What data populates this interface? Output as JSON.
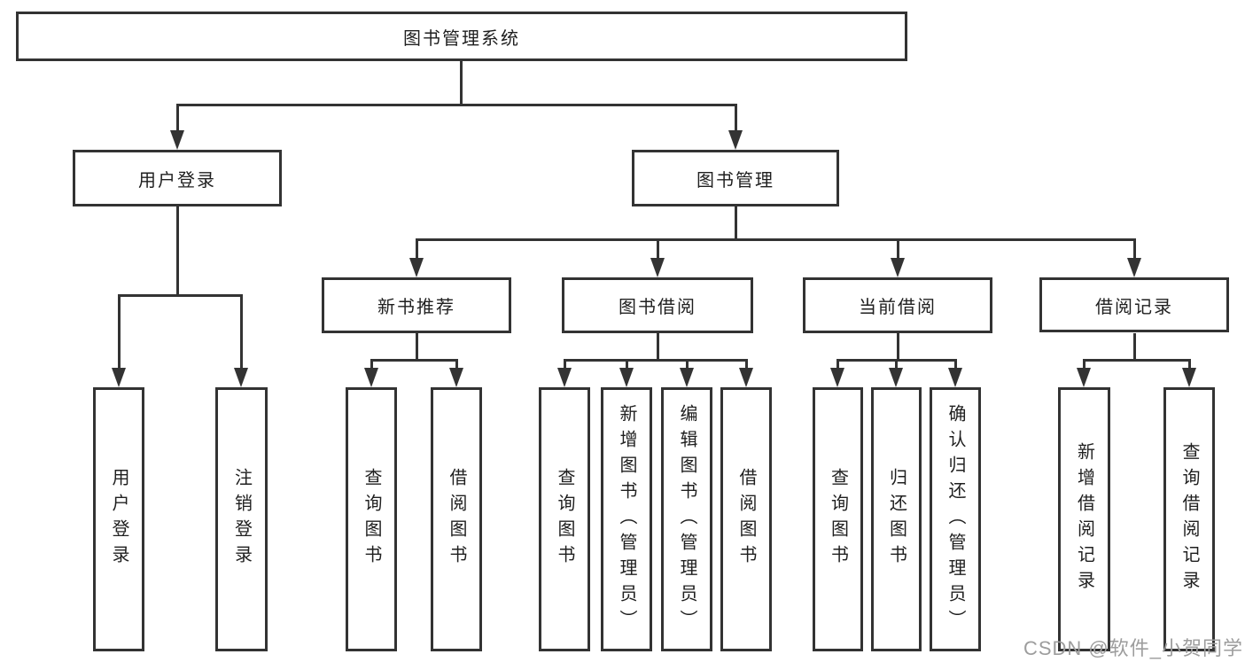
{
  "tree": {
    "label": "图书管理系统",
    "children": [
      {
        "label": "用户登录",
        "children": [
          {
            "label": "用户登录"
          },
          {
            "label": "注销登录"
          }
        ]
      },
      {
        "label": "图书管理",
        "children": [
          {
            "label": "新书推荐",
            "children": [
              {
                "label": "查询图书"
              },
              {
                "label": "借阅图书"
              }
            ]
          },
          {
            "label": "图书借阅",
            "children": [
              {
                "label": "查询图书"
              },
              {
                "label": "新增图书（管理员）"
              },
              {
                "label": "编辑图书（管理员）"
              },
              {
                "label": "借阅图书"
              }
            ]
          },
          {
            "label": "当前借阅",
            "children": [
              {
                "label": "查询图书"
              },
              {
                "label": "归还图书"
              },
              {
                "label": "确认归还（管理员）"
              }
            ]
          },
          {
            "label": "借阅记录",
            "children": [
              {
                "label": "新增借阅记录"
              },
              {
                "label": "查询借阅记录"
              }
            ]
          }
        ]
      }
    ]
  },
  "watermark": "CSDN @软件_小贺同学",
  "colors": {
    "line": "#333333",
    "text": "#1f1f1f",
    "watermark": "#9d9d9d"
  }
}
